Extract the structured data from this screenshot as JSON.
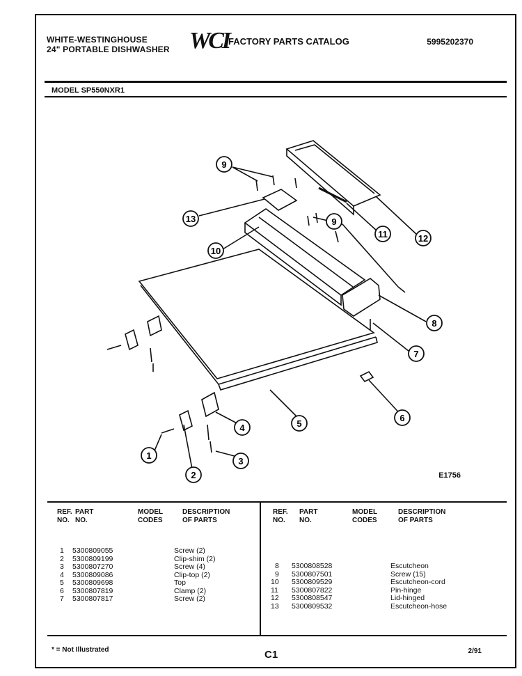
{
  "header": {
    "brand": "WHITE-WESTINGHOUSE",
    "product": "24\" PORTABLE DISHWASHER",
    "logo": "WCI",
    "catalog_title": "FACTORY PARTS CATALOG",
    "catalog_number": "5995202370"
  },
  "model_label": "MODEL SP550NXR1",
  "diagram": {
    "callouts": [
      "1",
      "2",
      "3",
      "4",
      "5",
      "6",
      "7",
      "8",
      "9",
      "9",
      "10",
      "11",
      "12",
      "13"
    ],
    "code": "E1756"
  },
  "table": {
    "headers": {
      "ref": [
        "REF.",
        "NO."
      ],
      "part": [
        "PART",
        "NO."
      ],
      "model": [
        "MODEL",
        "CODES"
      ],
      "desc": [
        "DESCRIPTION",
        "OF PARTS"
      ]
    },
    "left_rows": [
      {
        "ref": "1",
        "part": "5300809055",
        "model": "",
        "desc": "Screw (2)"
      },
      {
        "ref": "2",
        "part": "5300809199",
        "model": "",
        "desc": "Clip-shim (2)"
      },
      {
        "ref": "3",
        "part": "5300807270",
        "model": "",
        "desc": "Screw (4)"
      },
      {
        "ref": "4",
        "part": "5300809086",
        "model": "",
        "desc": "Clip-top (2)"
      },
      {
        "ref": "5",
        "part": "5300809698",
        "model": "",
        "desc": "Top"
      },
      {
        "ref": "6",
        "part": "5300807819",
        "model": "",
        "desc": "Clamp (2)"
      },
      {
        "ref": "7",
        "part": "5300807817",
        "model": "",
        "desc": "Screw (2)"
      }
    ],
    "right_rows": [
      {
        "ref": "8",
        "part": "5300808528",
        "model": "",
        "desc": "Escutcheon"
      },
      {
        "ref": "9",
        "part": "5300807501",
        "model": "",
        "desc": "Screw (15)"
      },
      {
        "ref": "10",
        "part": "5300809529",
        "model": "",
        "desc": "Escutcheon-cord"
      },
      {
        "ref": "11",
        "part": "5300807822",
        "model": "",
        "desc": "Pin-hinge"
      },
      {
        "ref": "12",
        "part": "5300808547",
        "model": "",
        "desc": "Lid-hinged"
      },
      {
        "ref": "13",
        "part": "5300809532",
        "model": "",
        "desc": "Escutcheon-hose"
      }
    ]
  },
  "footer": {
    "note": "* = Not Illustrated",
    "page": "C1",
    "date": "2/91"
  }
}
